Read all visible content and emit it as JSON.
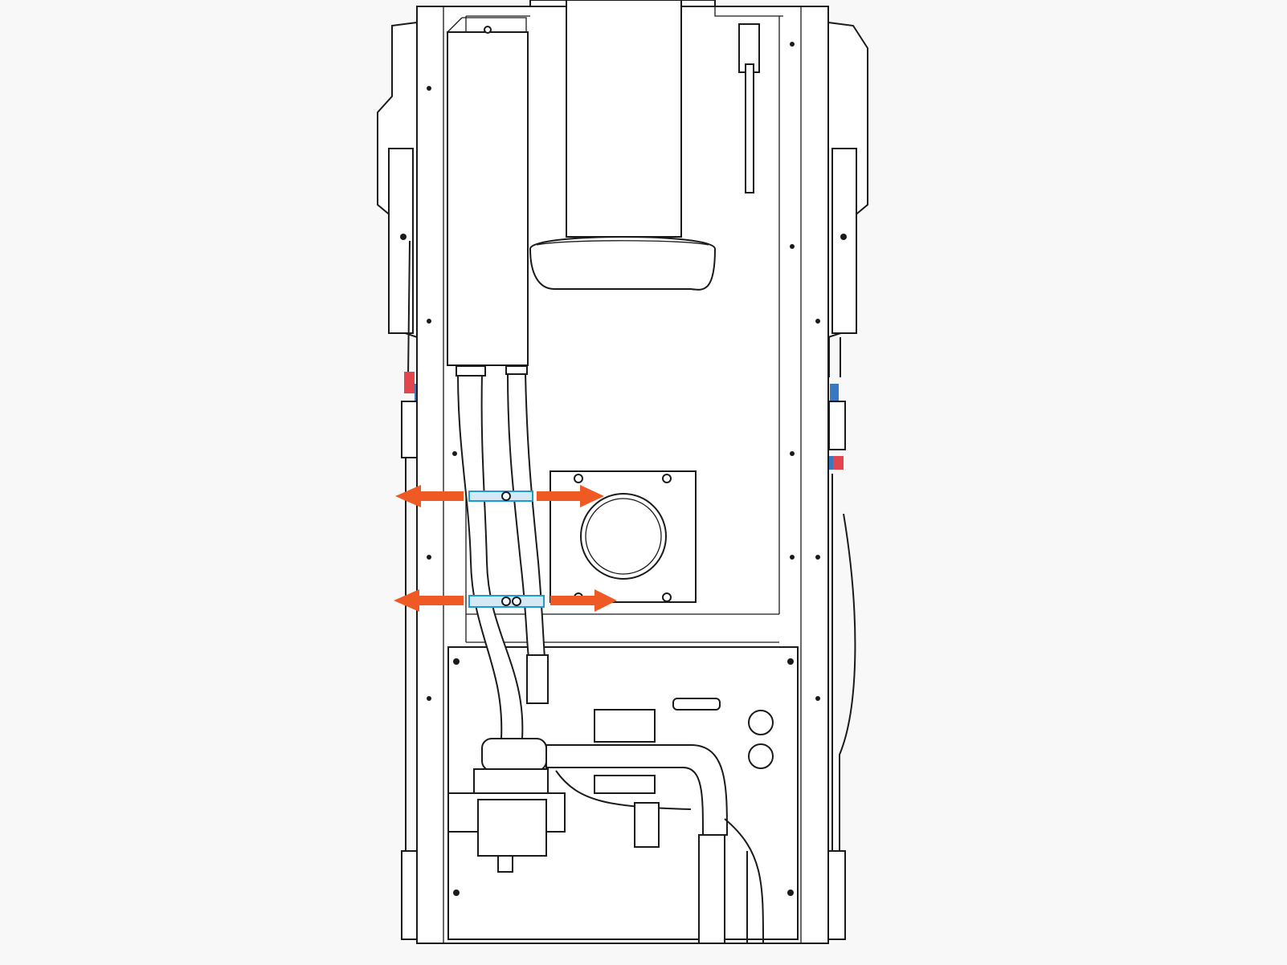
{
  "diagram": {
    "colors": {
      "arrow": "#ef5a24",
      "clamp_fill": "#d5e9f5",
      "clamp_stroke": "#1f9ad6",
      "marker_red": "#e2454b",
      "marker_blue": "#3b78c2",
      "line": "#1a1a1a"
    },
    "arrows": [
      {
        "row": "upper",
        "direction": "left"
      },
      {
        "row": "upper",
        "direction": "right"
      },
      {
        "row": "lower",
        "direction": "left"
      },
      {
        "row": "lower",
        "direction": "right"
      }
    ],
    "clamps": [
      {
        "row": "upper"
      },
      {
        "row": "lower"
      }
    ]
  }
}
